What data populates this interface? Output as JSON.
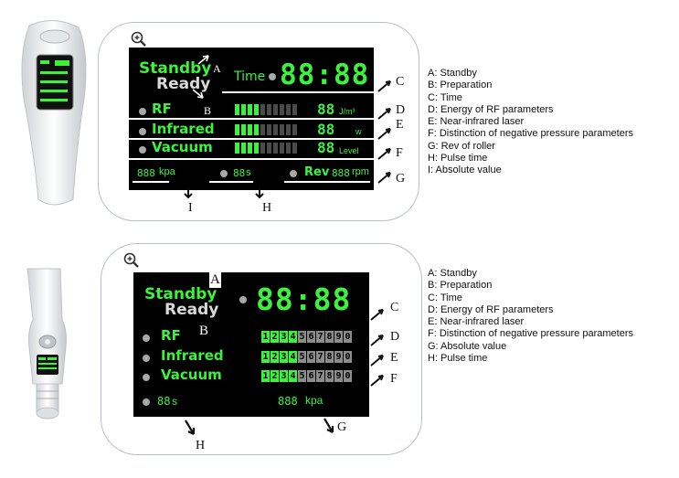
{
  "panel1": {
    "lcd": {
      "standby": "Standby",
      "ready": "Ready",
      "time_label": "Time",
      "time_digits": "88:88",
      "rf": "RF",
      "rf_value": "88",
      "rf_unit": "J/m³",
      "infrared": "Infrared",
      "infrared_value": "88",
      "infrared_unit": "w",
      "vacuum": "Vacuum",
      "vacuum_value": "88",
      "vacuum_unit": "Level",
      "kpa_value": "888",
      "kpa_unit": "kpa",
      "pulse_value": "88",
      "pulse_unit": "s",
      "rev_label": "Rev",
      "rev_value": "888",
      "rev_unit": "rpm"
    },
    "letters": {
      "a": "A",
      "b": "B",
      "c": "C",
      "d": "D",
      "e": "E",
      "f": "F",
      "g": "G",
      "h": "H",
      "i": "I"
    },
    "legend": [
      "A: Standby",
      "B: Preparation",
      "C: Time",
      "D: Energy of RF parameters",
      "E: Near-infrared laser",
      "F: Distinction of negative pressure parameters",
      "G: Rev of roller",
      "H: Pulse time",
      "I: Absolute value"
    ]
  },
  "panel2": {
    "lcd": {
      "standby": "Standby",
      "ready": "Ready",
      "time_digits": "88:88",
      "rf": "RF",
      "infrared": "Infrared",
      "vacuum": "Vacuum",
      "level_digits": [
        "1",
        "2",
        "3",
        "4",
        "5",
        "6",
        "7",
        "8",
        "9",
        "0"
      ],
      "pulse_value": "88",
      "pulse_unit": "s",
      "kpa_value": "888",
      "kpa_unit": "kpa"
    },
    "letters": {
      "a": "A",
      "b": "B",
      "c": "C",
      "d": "D",
      "e": "E",
      "f": "F",
      "g": "G",
      "h": "H"
    },
    "legend": [
      "A: Standby",
      "B: Preparation",
      "C: Time",
      "D: Energy of RF parameters",
      "E: Near-infrared laser",
      "F: Distinction of negative pressure parameters",
      "G: Absolute value",
      "H: Pulse time"
    ]
  },
  "colors": {
    "lcd_green": "#3df23d",
    "lcd_background": "#000000",
    "frame_border": "#b8c0c8"
  },
  "icons": [
    "zoom-in-icon",
    "zoom-in-icon"
  ]
}
